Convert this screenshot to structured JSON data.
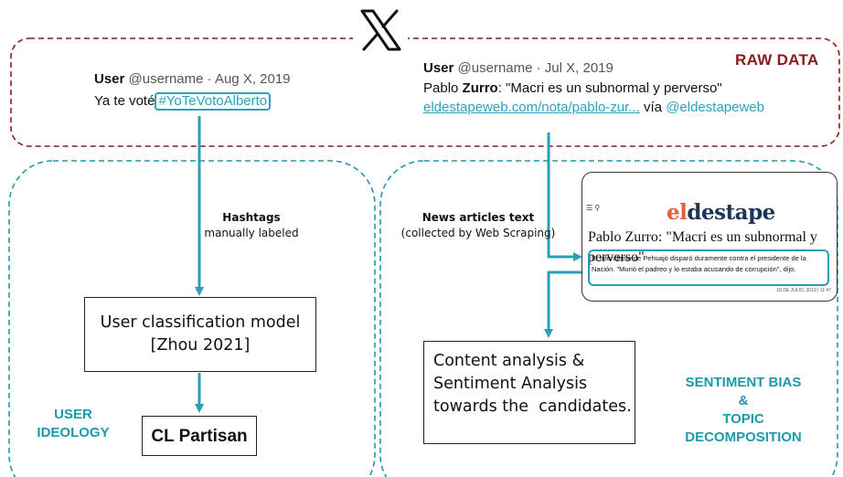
{
  "platform_logo": {
    "name": "x-logo-icon",
    "glyph": "𝕏"
  },
  "raw_data": {
    "label": "RAW DATA",
    "tweet1": {
      "user": "User",
      "meta": "@username · Aug X, 2019",
      "text": "Ya te voté",
      "hashtag": "#YoTeVotoAlberto"
    },
    "tweet2": {
      "user": "User",
      "meta": "@username · Jul X, 2019",
      "text_prefix": "Pablo ",
      "text_bold": "Zurro",
      "text_suffix": ": \"Macri es un subnormal y perverso\"",
      "link": "eldestapeweb.com/nota/pablo-zur...",
      "via": " vía ",
      "via_handle": "@eldestapeweb"
    }
  },
  "left_branch": {
    "edge_label_bold": "Hashtags",
    "edge_label_sub": "manually labeled",
    "model_box": [
      "User classification model",
      "[Zhou 2021]"
    ],
    "output_box": "CL Partisan",
    "section_label": [
      "USER",
      "IDEOLOGY"
    ]
  },
  "right_branch": {
    "edge_label_bold": "News articles text",
    "edge_label_sub": "(collected by Web Scraping)",
    "article": {
      "logo_el": "el",
      "logo_destape": "destape",
      "title": "Pablo Zurro: \"Macri es un subnormal y perverso\"",
      "body": "El intendente de Pehuajó disparó duramente contra el presidente de la Nación. \"Murió el padreo y lo estaba acusando de corrupción\", dijo.",
      "date": "18 DE JULIO, 2019 | 11:47"
    },
    "analysis_box": [
      "Content analysis &",
      "Sentiment Analysis",
      "towards the  candidates."
    ],
    "section_label": [
      "SENTIMENT BIAS",
      "&",
      "TOPIC",
      "DECOMPOSITION"
    ]
  },
  "colors": {
    "raw_border": "#8b1a1a",
    "teal": "#1a9aaa",
    "arrow": "#2a9fb4"
  }
}
